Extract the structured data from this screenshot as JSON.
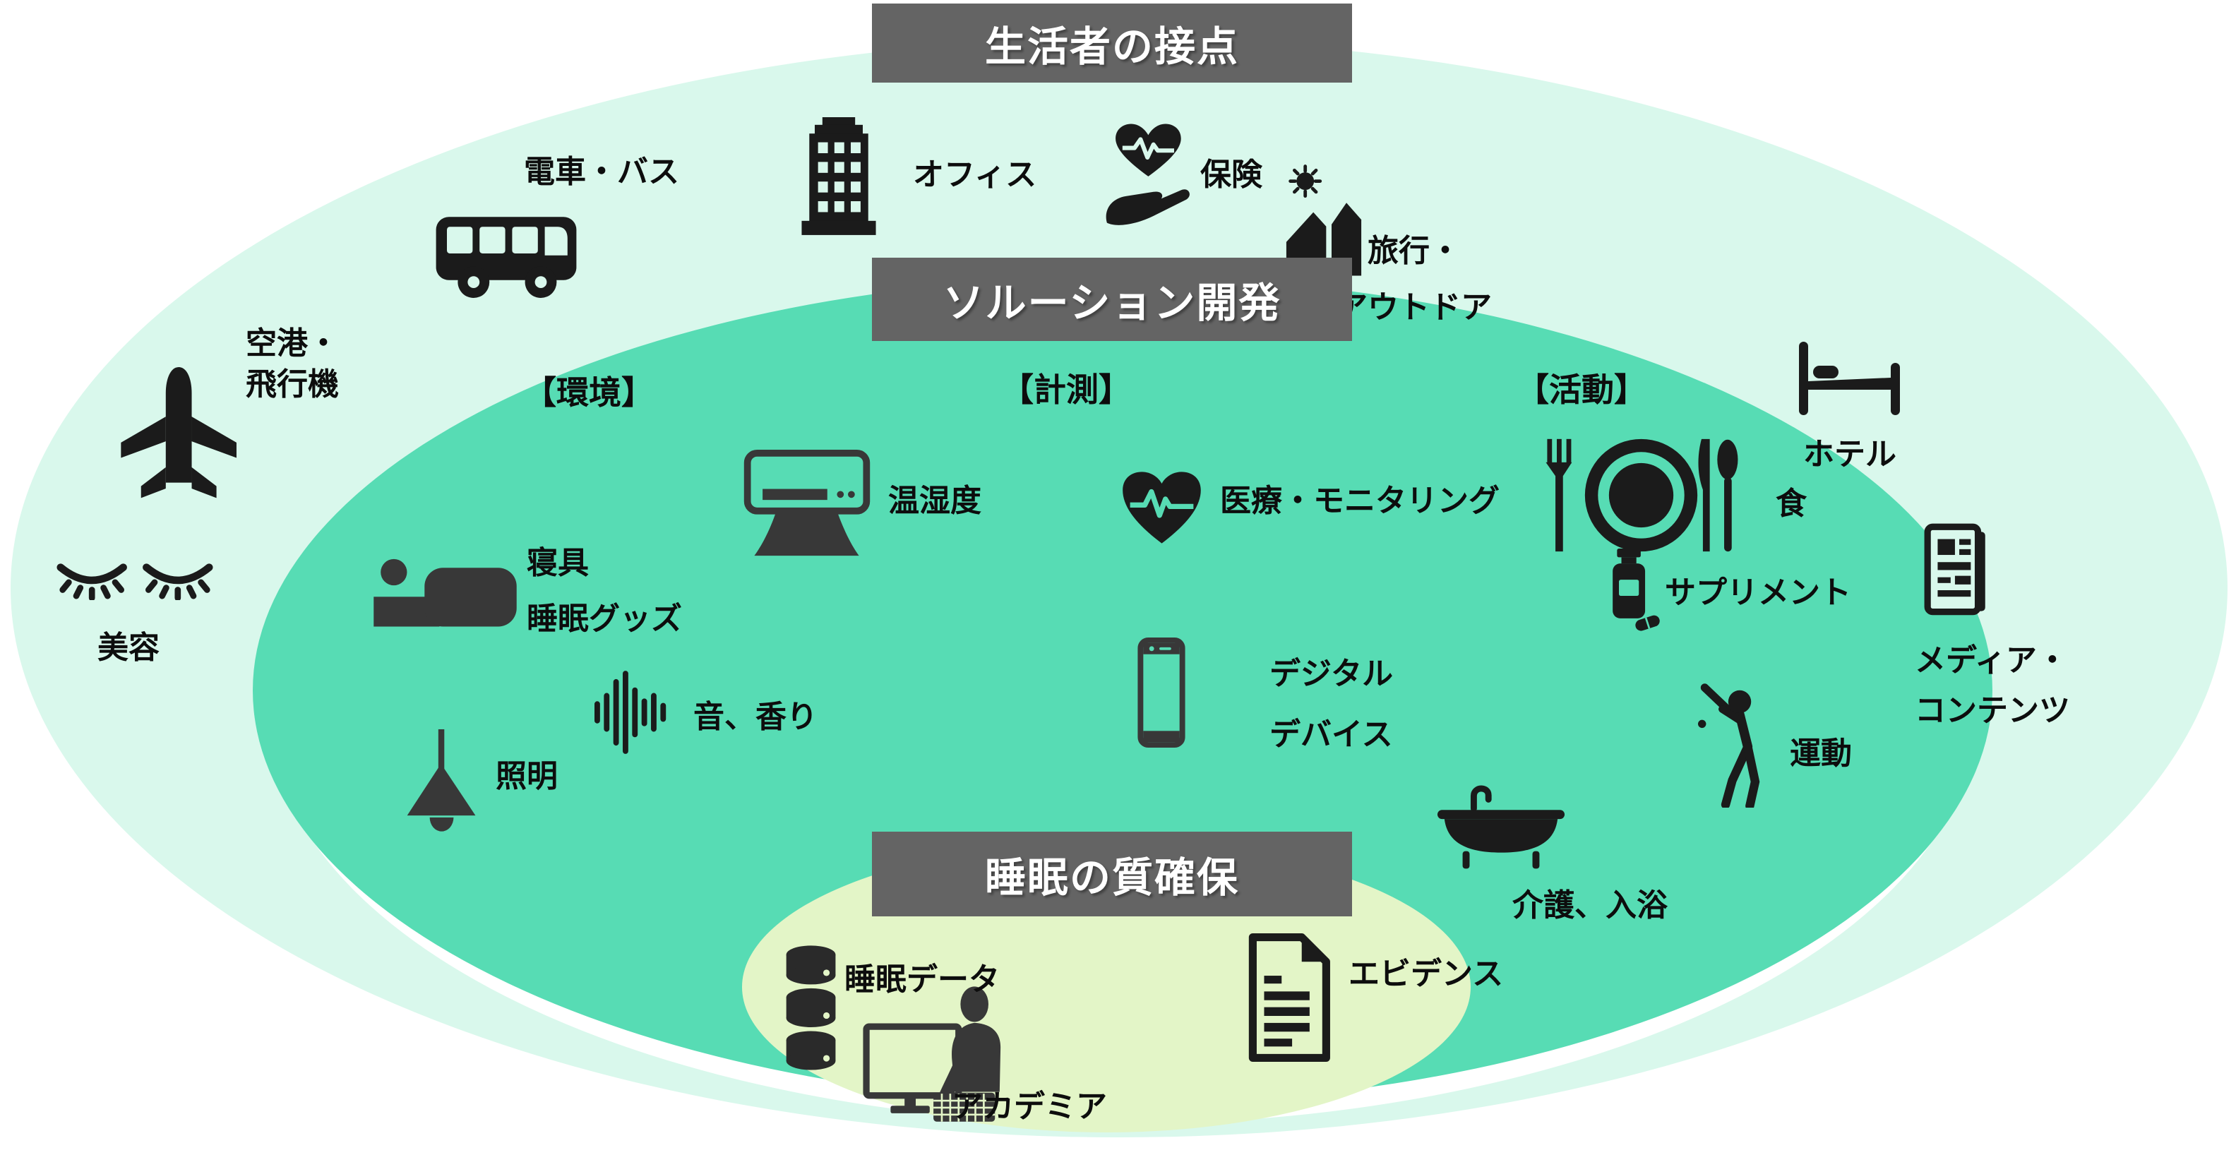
{
  "titles": {
    "touchpoints": "生活者の接点",
    "solution": "ソルーション開発",
    "sleep_quality": "睡眠の質確保"
  },
  "categories": {
    "environment": "【環境】",
    "measurement": "【計測】",
    "activity": "【活動】"
  },
  "outer_items": {
    "train_bus": "電車・バス",
    "office": "オフィス",
    "insurance": "保険",
    "travel_outdoor": "旅行・\nアウトドア",
    "hotel": "ホテル",
    "media_content": "メディア・\nコンテンツ",
    "beauty": "美容",
    "airport_airplane": "空港・\n飛行機"
  },
  "middle_items": {
    "bedding": "寝具\n睡眠グッズ",
    "temp_humidity": "温湿度",
    "medical_monitoring": "医療・モニタリング",
    "food": "食",
    "supplement": "サプリメント",
    "sound_scent": "音、香り",
    "digital_device": "デジタル\nデバイス",
    "lighting": "照明",
    "exercise": "運動",
    "care_bathing": "介護、入浴"
  },
  "inner_items": {
    "sleep_data": "睡眠データ",
    "evidence": "エビデンス",
    "academia": "アカデミア"
  },
  "colors": {
    "outer_ellipse": "#d9f8ec",
    "middle_ellipse": "#57dcb4",
    "inner_ellipse": "#e3f5c7",
    "header_box": "#646464",
    "header_text": "#ffffff",
    "icon_black": "#1b1b1b",
    "icon_gray": "#383838"
  }
}
